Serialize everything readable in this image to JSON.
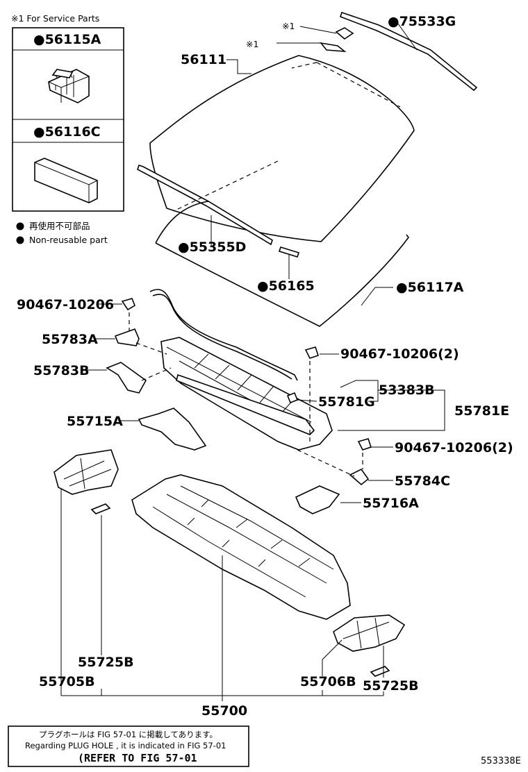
{
  "service_box": {
    "header": "※1 For Service Parts",
    "item1": "●56115A",
    "item2": "●56116C"
  },
  "legend": {
    "jp": "再使用不可部品",
    "en": "Non-reusable part"
  },
  "labels": {
    "l75533G": "●75533G",
    "l56111": "56111",
    "mark1a": "※1",
    "mark1b": "※1",
    "l55355D": "●55355D",
    "l56165": "●56165",
    "l56117A": "●56117A",
    "l90467a": "90467-10206",
    "l90467b": "90467-10206(2)",
    "l90467c": "90467-10206(2)",
    "l55783A": "55783A",
    "l55783B": "55783B",
    "l53383B": "53383B",
    "l55781G": "55781G",
    "l55781E": "55781E",
    "l55715A": "55715A",
    "l55784C": "55784C",
    "l55716A": "55716A",
    "l55725B_a": "55725B",
    "l55705B": "55705B",
    "l55706B": "55706B",
    "l55725B_b": "55725B",
    "l55700": "55700"
  },
  "note": {
    "line1": "プラグホールは FIG 57-01 に掲載してあります。",
    "line2": "Regarding  PLUG  HOLE , it is indicated in  FIG  57-01",
    "line3": "(REFER TO FIG 57-01"
  },
  "code": "553338E"
}
